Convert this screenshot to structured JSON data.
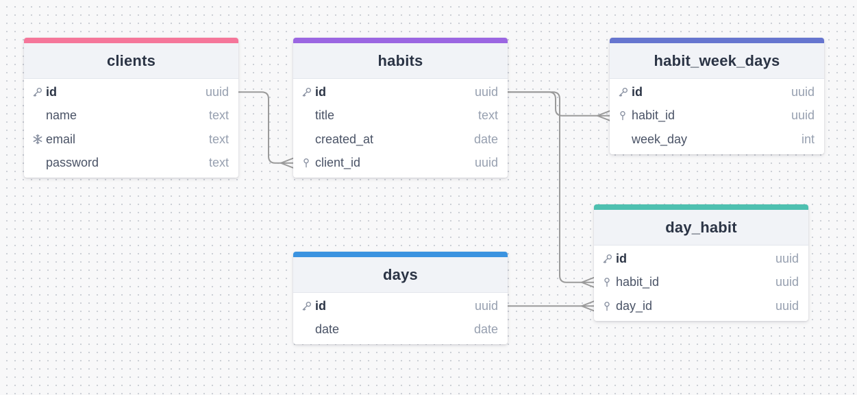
{
  "colors": {
    "clients": "#f5769a",
    "habits": "#9b66e2",
    "habit_week_days": "#6675cf",
    "day_habit": "#4ec0b0",
    "days": "#3b93e0",
    "connector": "#9a9a9a"
  },
  "tables": {
    "clients": {
      "title": "clients",
      "rows": [
        {
          "name": "id",
          "type": "uuid",
          "icon": "key-icon"
        },
        {
          "name": "name",
          "type": "text",
          "icon": ""
        },
        {
          "name": "email",
          "type": "text",
          "icon": "snowflake-icon"
        },
        {
          "name": "password",
          "type": "text",
          "icon": ""
        }
      ]
    },
    "habits": {
      "title": "habits",
      "rows": [
        {
          "name": "id",
          "type": "uuid",
          "icon": "key-icon"
        },
        {
          "name": "title",
          "type": "text",
          "icon": ""
        },
        {
          "name": "created_at",
          "type": "date",
          "icon": ""
        },
        {
          "name": "client_id",
          "type": "uuid",
          "icon": "foreign-key-icon"
        }
      ]
    },
    "habit_week_days": {
      "title": "habit_week_days",
      "rows": [
        {
          "name": "id",
          "type": "uuid",
          "icon": "key-icon"
        },
        {
          "name": "habit_id",
          "type": "uuid",
          "icon": "foreign-key-icon"
        },
        {
          "name": "week_day",
          "type": "int",
          "icon": ""
        }
      ]
    },
    "day_habit": {
      "title": "day_habit",
      "rows": [
        {
          "name": "id",
          "type": "uuid",
          "icon": "key-icon"
        },
        {
          "name": "habit_id",
          "type": "uuid",
          "icon": "foreign-key-icon"
        },
        {
          "name": "day_id",
          "type": "uuid",
          "icon": "foreign-key-icon"
        }
      ]
    },
    "days": {
      "title": "days",
      "rows": [
        {
          "name": "id",
          "type": "uuid",
          "icon": "key-icon"
        },
        {
          "name": "date",
          "type": "date",
          "icon": ""
        }
      ]
    }
  },
  "relations": [
    {
      "from": "clients.id",
      "to": "habits.client_id",
      "cardinality": "one-to-many"
    },
    {
      "from": "habits.id",
      "to": "habit_week_days.habit_id",
      "cardinality": "one-to-many"
    },
    {
      "from": "habits.id",
      "to": "day_habit.habit_id",
      "cardinality": "one-to-many"
    },
    {
      "from": "days.id",
      "to": "day_habit.day_id",
      "cardinality": "one-to-many"
    }
  ]
}
